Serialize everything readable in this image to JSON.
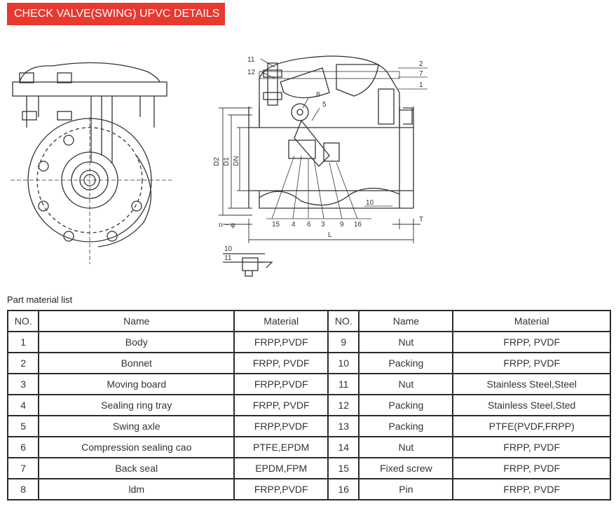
{
  "title": "CHECK VALVE(SWING) UPVC DETAILS",
  "caption": "Part material list",
  "drawing": {
    "callouts_top": [
      "11",
      "12",
      "8",
      "5",
      "2",
      "7",
      "1"
    ],
    "callouts_bottom": [
      "15",
      "4",
      "6",
      "3",
      "9",
      "16",
      "10"
    ],
    "dimension_labels": [
      "D2",
      "D1",
      "DN",
      "L",
      "T",
      "n ~ φ"
    ],
    "detail_callouts": [
      "10",
      "11"
    ]
  },
  "table": {
    "headers": [
      "NO.",
      "Name",
      "Material",
      "NO.",
      "Name",
      "Material"
    ],
    "rows": [
      {
        "no1": "1",
        "name1": "Body",
        "mat1": "FRPP,PVDF",
        "no2": "9",
        "name2": "Nut",
        "mat2": "FRPP, PVDF"
      },
      {
        "no1": "2",
        "name1": "Bonnet",
        "mat1": "FRPP, PVDF",
        "no2": "10",
        "name2": "Packing",
        "mat2": "FRPP, PVDF"
      },
      {
        "no1": "3",
        "name1": "Moving board",
        "mat1": "FRPP,PVDF",
        "no2": "11",
        "name2": "Nut",
        "mat2": "Stainless Steel,Steel"
      },
      {
        "no1": "4",
        "name1": "Sealing ring tray",
        "mat1": "FRPP, PVDF",
        "no2": "12",
        "name2": "Packing",
        "mat2": "Stainless Steel,Sted"
      },
      {
        "no1": "5",
        "name1": "Swing axle",
        "mat1": "FRPP,PVDF",
        "no2": "13",
        "name2": "Packing",
        "mat2": "PTFE(PVDF,FRPP)"
      },
      {
        "no1": "6",
        "name1": "Compression sealing cao",
        "mat1": "PTFE,EPDM",
        "no2": "14",
        "name2": "Nut",
        "mat2": "FRPP, PVDF"
      },
      {
        "no1": "7",
        "name1": "Back seal",
        "mat1": "EPDM,FPM",
        "no2": "15",
        "name2": "Fixed screw",
        "mat2": "FRPP, PVDF"
      },
      {
        "no1": "8",
        "name1": "ldm",
        "mat1": "FRPP,PVDF",
        "no2": "16",
        "name2": "Pin",
        "mat2": "FRPP, PVDF"
      }
    ]
  },
  "colors": {
    "accent": "#e8382f",
    "line": "#333333",
    "border": "#2b2b2b"
  }
}
